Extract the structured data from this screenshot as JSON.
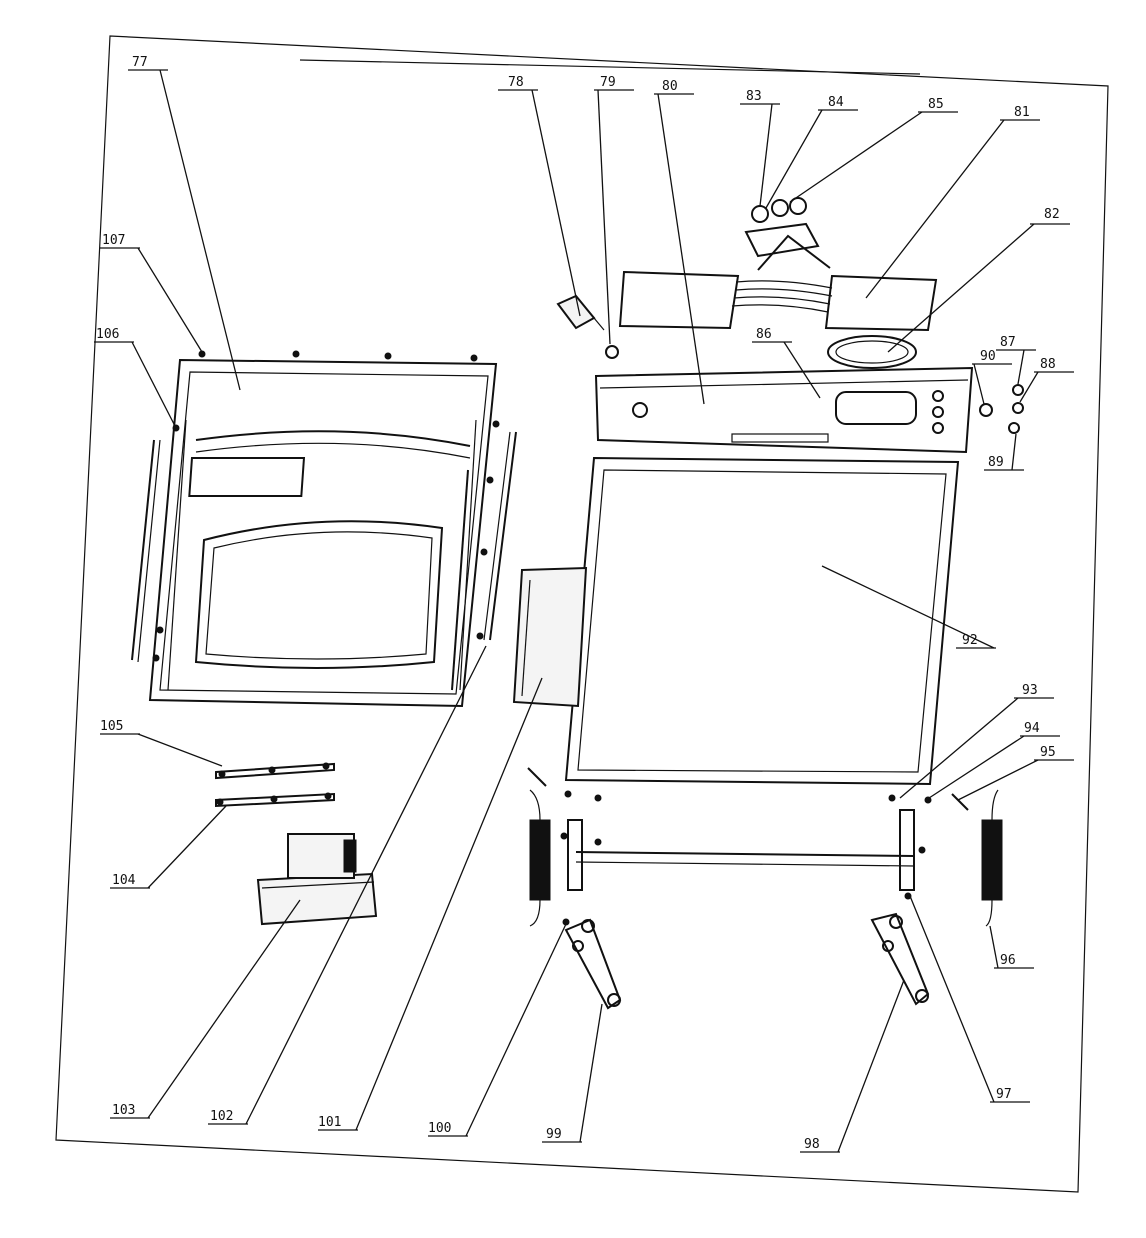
{
  "labels": {
    "p77": "77",
    "p78": "78",
    "p79": "79",
    "p80": "80",
    "p81": "81",
    "p82": "82",
    "p83": "83",
    "p84": "84",
    "p85": "85",
    "p86": "86",
    "p87": "87",
    "p88": "88",
    "p89": "89",
    "p90": "90",
    "p92": "92",
    "p93": "93",
    "p94": "94",
    "p95": "95",
    "p96": "96",
    "p97": "97",
    "p98": "98",
    "p99": "99",
    "p100": "100",
    "p101": "101",
    "p102": "102",
    "p103": "103",
    "p104": "104",
    "p105": "105",
    "p106": "106",
    "p107": "107"
  }
}
